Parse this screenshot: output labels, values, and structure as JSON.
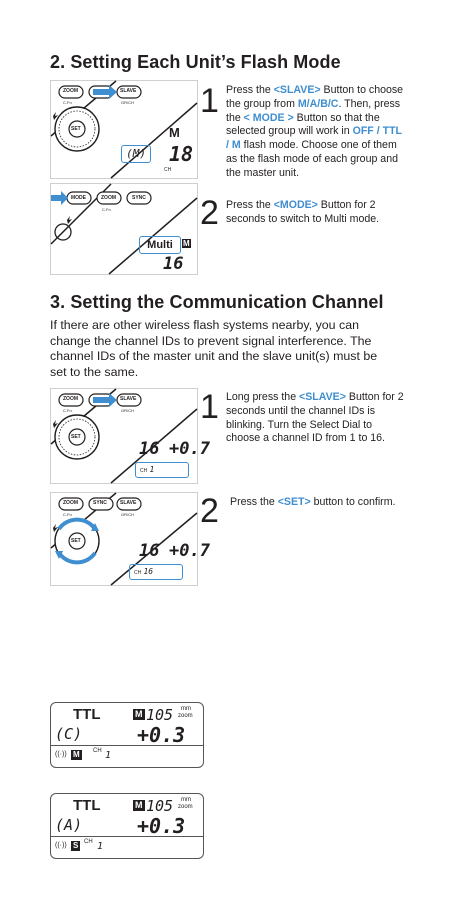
{
  "section2": {
    "title": "2. Setting Each Unit’s Flash Mode",
    "steps": [
      {
        "number": "1",
        "segments": [
          {
            "t": "Press the ",
            "hl": false
          },
          {
            "t": "<SLAVE>",
            "hl": true
          },
          {
            "t": " Button to choose the group from ",
            "hl": false
          },
          {
            "t": "M/A/B/C",
            "hl": true
          },
          {
            "t": ". Then, press the ",
            "hl": false
          },
          {
            "t": "< MODE >",
            "hl": true
          },
          {
            "t": " Button so that the selected group will work in ",
            "hl": false
          },
          {
            "t": "OFF / TTL / M",
            "hl": true
          },
          {
            "t": " flash mode. Choose one of them as the flash mode of each group and the master unit.",
            "hl": false
          }
        ],
        "image": {
          "buttons": [
            "ZOOM",
            "",
            "SLAVE"
          ],
          "sub": [
            "C.Fn",
            "",
            "GR/CH"
          ],
          "set": "SET",
          "mode_letter": "M",
          "group": "M",
          "value": "18",
          "ch": "CH"
        }
      },
      {
        "number": "2",
        "segments": [
          {
            "t": "Press the ",
            "hl": false
          },
          {
            "t": "<MODE>",
            "hl": true
          },
          {
            "t": " Button for 2 seconds to switch to Multi mode.",
            "hl": false
          }
        ],
        "image": {
          "buttons": [
            "MODE",
            "ZOOM",
            "SYNC"
          ],
          "sub": [
            "",
            "C.Fn",
            ""
          ],
          "multi": "Multi",
          "m": "M",
          "value": "16"
        }
      }
    ]
  },
  "section3": {
    "title": "3. Setting the Communication Channel",
    "intro": "If there are other wireless flash systems nearby, you can change the channel IDs to prevent signal interference. The channel IDs of the master unit and the slave unit(s) must be set to the same.",
    "steps": [
      {
        "number": "1",
        "segments": [
          {
            "t": "Long press the ",
            "hl": false
          },
          {
            "t": "<SLAVE>",
            "hl": true
          },
          {
            "t": " Button for 2 seconds until the channel IDs is blinking. Turn the Select Dial to choose a channel ID from 1 to 16.",
            "hl": false
          }
        ],
        "image": {
          "buttons": [
            "ZOOM",
            "",
            "SLAVE"
          ],
          "sub": [
            "C.Fn",
            "",
            "GR/CH"
          ],
          "set": "SET",
          "value": "16",
          "ev": "+0.7",
          "ch": "CH",
          "chnum": "1"
        }
      },
      {
        "number": "2",
        "segments": [
          {
            "t": "Press the ",
            "hl": false
          },
          {
            "t": "<SET>",
            "hl": true
          },
          {
            "t": " button to confirm.",
            "hl": false
          }
        ],
        "image": {
          "buttons": [
            "ZOOM",
            "SYNC",
            "SLAVE"
          ],
          "sub": [
            "C.Fn",
            "",
            "GR/CH"
          ],
          "set": "SET",
          "value": "16",
          "ev": "+0.7",
          "ch": "CH",
          "chnum": "16"
        }
      }
    ]
  },
  "lcd_panels": [
    {
      "mode": "TTL",
      "badge": "M",
      "zoom_value": "105",
      "zoom_unit_top": "mm",
      "zoom_unit_bottom": "zoom",
      "group": "C",
      "ev": "+0.3",
      "role": "M",
      "ch": "CH",
      "chnum": "1"
    },
    {
      "mode": "TTL",
      "badge": "M",
      "zoom_value": "105",
      "zoom_unit_top": "mm",
      "zoom_unit_bottom": "zoom",
      "group": "A",
      "ev": "+0.3",
      "role": "S",
      "ch": "CH",
      "chnum": "1"
    }
  ],
  "colors": {
    "accent": "#3e8ed0",
    "text": "#231f20"
  }
}
